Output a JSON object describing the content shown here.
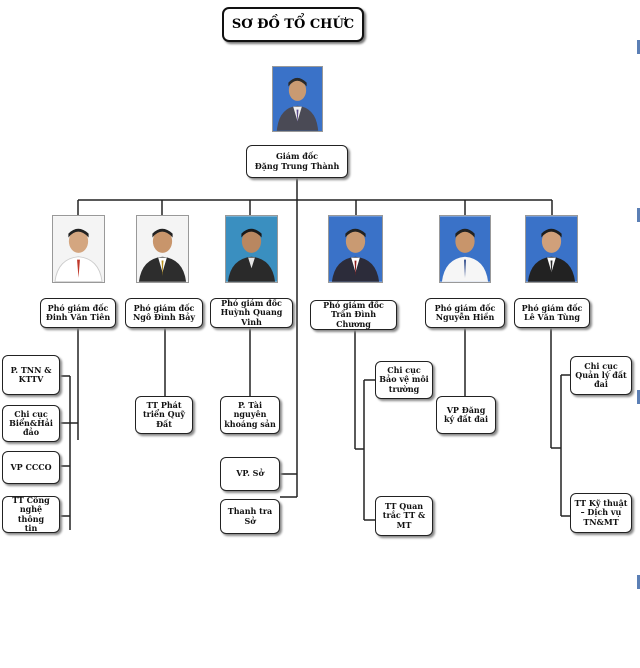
{
  "title": "SƠ ĐỒ TỔ CHỨC",
  "director": {
    "role": "Giám đốc",
    "name": "Đặng Trung Thành"
  },
  "deputies": [
    {
      "role": "Phó giám đốc",
      "name": "Đinh Văn Tiên"
    },
    {
      "role": "Phó giám đốc",
      "name": "Ngô Đình Bảy"
    },
    {
      "role": "Phó giám đốc",
      "name": "Huỳnh Quang Vinh"
    },
    {
      "role": "Phó giám đốc",
      "name": "Trần Đình Chương"
    },
    {
      "role": "Phó giám đốc",
      "name": "Nguyễn Hiền"
    },
    {
      "role": "Phó giám đốc",
      "name": "Lê Văn Tùng"
    }
  ],
  "units": {
    "tnn_kttv": [
      "P. TNN &",
      "KTTV"
    ],
    "chi_cuc_bien": [
      "Chi cục",
      "Biển&Hải",
      "đảo"
    ],
    "vp_ccco": [
      "VP CCCO"
    ],
    "tt_cntt": [
      "TT Công",
      "nghệ thông",
      "tin"
    ],
    "tt_phat_trien": [
      "TT Phát",
      "triển Quỹ",
      "Đất"
    ],
    "p_tai_nguyen": [
      "P. Tài",
      "nguyên",
      "khoáng sản"
    ],
    "vp_so": [
      "VP. Sở"
    ],
    "thanh_tra": [
      "Thanh tra",
      "Sở"
    ],
    "chi_cuc_bvmt": [
      "Chi cục",
      "Bảo vệ môi",
      "trường"
    ],
    "tt_quan_trac": [
      "TT Quan",
      "trắc TT &",
      "MT"
    ],
    "vp_dang_ky": [
      "VP Đăng",
      "ký  đất đai"
    ],
    "chi_cuc_qldd": [
      "Chi cục",
      "Quản lý đất",
      "đai"
    ],
    "tt_ky_thuat": [
      "TT Kỹ thuật",
      "– Dịch vụ",
      "TN&MT"
    ]
  },
  "colors": {
    "line": "#222222",
    "photo_bg_blue": "#3a72c8",
    "photo_bg_white": "#f4f4f4",
    "photo_bg_teal": "#3a8fc0"
  }
}
